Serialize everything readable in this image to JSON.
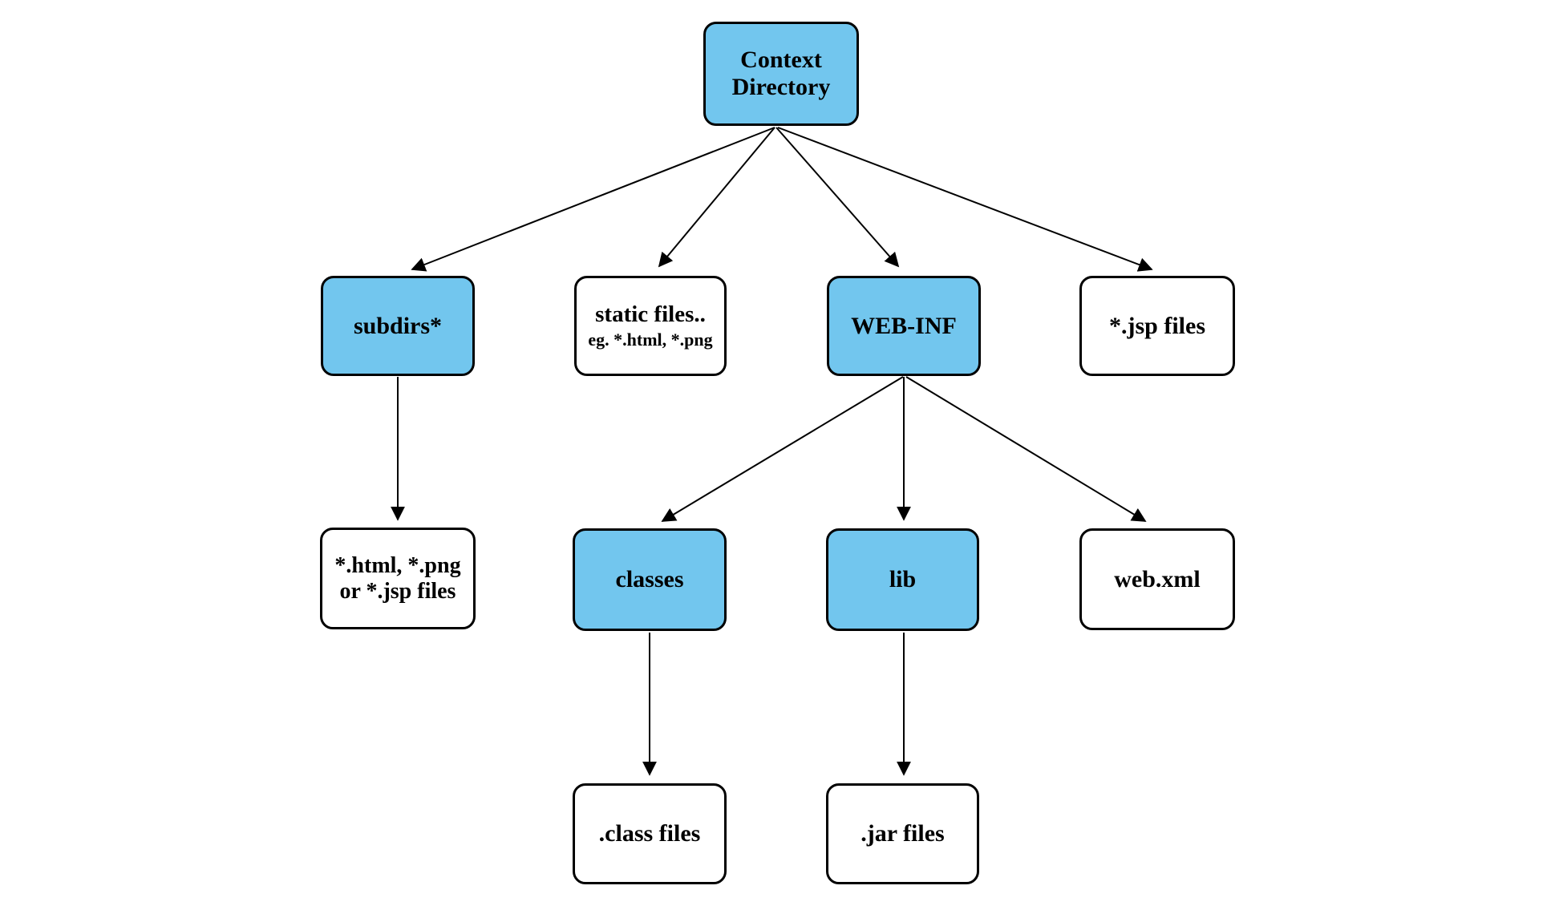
{
  "colors": {
    "node_highlight_fill": "#72c6ee",
    "node_plain_fill": "#ffffff",
    "node_border": "#000000",
    "edge_stroke": "#000000",
    "text": "#000000"
  },
  "diagram": {
    "type": "tree",
    "nodes": {
      "context": {
        "line1": "Context",
        "line2": "Directory",
        "highlighted": true
      },
      "subdirs": {
        "label": "subdirs*",
        "highlighted": true
      },
      "static_files": {
        "label": "static files..",
        "sublabel": "eg. *.html, *.png",
        "highlighted": false
      },
      "web_inf": {
        "label": "WEB-INF",
        "highlighted": true
      },
      "jsp_files": {
        "label": "*.jsp files",
        "highlighted": false
      },
      "subdir_contents": {
        "line1": "*.html, *.png",
        "line2": "or *.jsp files",
        "highlighted": false
      },
      "classes": {
        "label": "classes",
        "highlighted": true
      },
      "lib": {
        "label": "lib",
        "highlighted": true
      },
      "web_xml": {
        "label": "web.xml",
        "highlighted": false
      },
      "class_files": {
        "label": ".class files",
        "highlighted": false
      },
      "jar_files": {
        "label": ".jar files",
        "highlighted": false
      }
    },
    "edges": [
      {
        "from": "context",
        "to": "subdirs"
      },
      {
        "from": "context",
        "to": "static_files"
      },
      {
        "from": "context",
        "to": "web_inf"
      },
      {
        "from": "context",
        "to": "jsp_files"
      },
      {
        "from": "subdirs",
        "to": "subdir_contents"
      },
      {
        "from": "web_inf",
        "to": "classes"
      },
      {
        "from": "web_inf",
        "to": "lib"
      },
      {
        "from": "web_inf",
        "to": "web_xml"
      },
      {
        "from": "classes",
        "to": "class_files"
      },
      {
        "from": "lib",
        "to": "jar_files"
      }
    ]
  }
}
